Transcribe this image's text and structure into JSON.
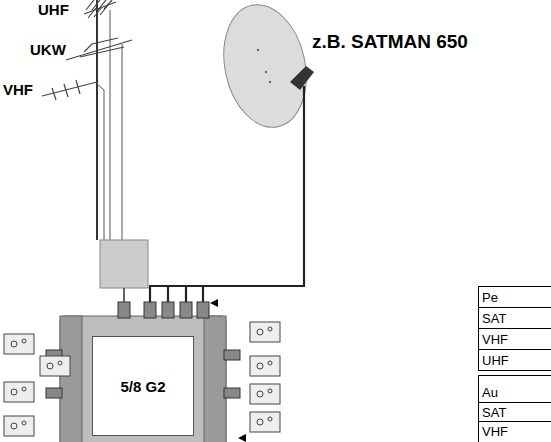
{
  "diagram": {
    "nodes": [
      {
        "text": [
          "5/8 G2"
        ]
      }
    ],
    "labels": [
      "UHF",
      "UKW",
      "VHF",
      "z.B. SATMAN 650",
      "Pe",
      "SAT",
      "VHF",
      "UHF",
      "Au",
      "SAT",
      "VHF"
    ]
  }
}
